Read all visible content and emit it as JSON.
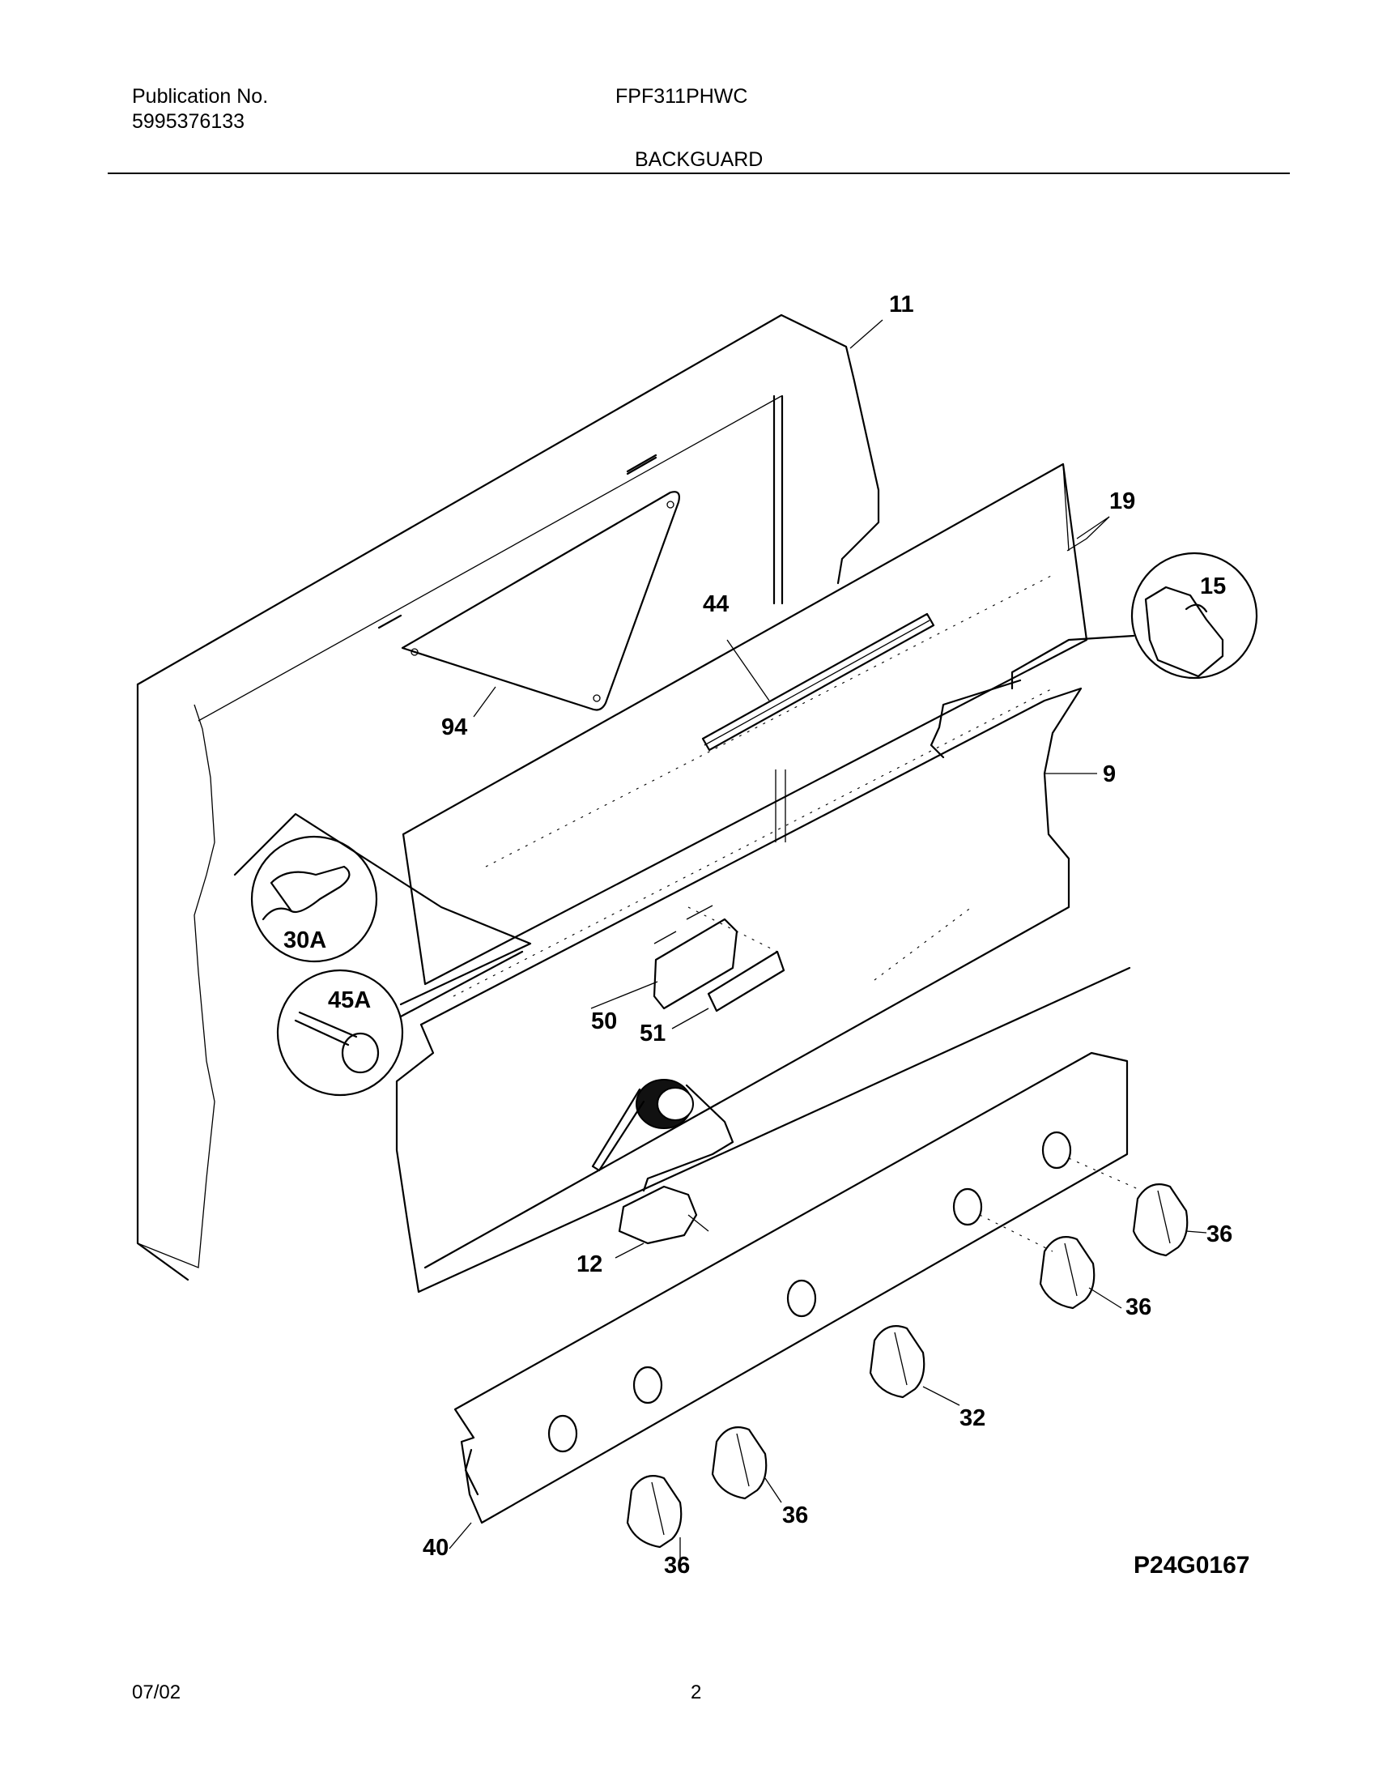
{
  "header": {
    "publication_label": "Publication No.",
    "publication_number": "5995376133",
    "model": "FPF311PHWC",
    "section_title": "BACKGUARD"
  },
  "diagram": {
    "figure_code": "P24G0167",
    "callouts": {
      "c11": "11",
      "c19": "19",
      "c15": "15",
      "c44": "44",
      "c94": "94",
      "c9": "9",
      "c30A": "30A",
      "c45A": "45A",
      "c50": "50",
      "c51": "51",
      "c12": "12",
      "c36a": "36",
      "c36b": "36",
      "c32": "32",
      "c36c": "36",
      "c36d": "36",
      "c40": "40"
    }
  },
  "footer": {
    "date": "07/02",
    "page_number": "2"
  }
}
